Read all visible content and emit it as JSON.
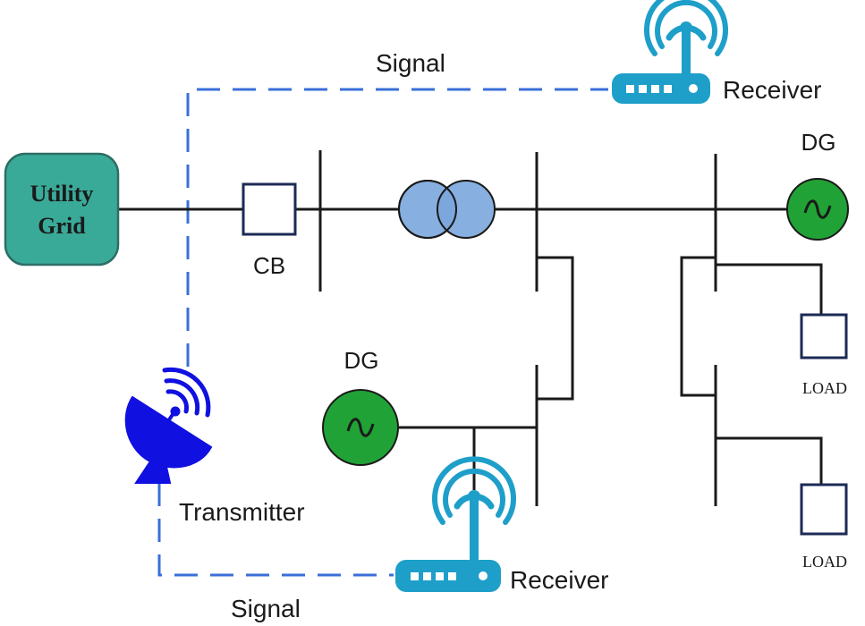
{
  "utility_grid": {
    "line1": "Utility",
    "line2": "Grid"
  },
  "cb_label": "CB",
  "dg_label_top": "DG",
  "dg_label_mid": "DG",
  "receiver_top_label": "Receiver",
  "receiver_bottom_label": "Receiver",
  "transmitter_label": "Transmitter",
  "signal_top_label": "Signal",
  "signal_bottom_label": "Signal",
  "load_1_label": "LOAD",
  "load_2_label": "LOAD",
  "colors": {
    "utility_grid_fill": "#3aaa98",
    "utility_grid_stroke": "#2d6e66",
    "transformer_fill": "#7aa6dc",
    "dg_fill": "#21a236",
    "receiver_color": "#1e9fc9",
    "transmitter_color": "#1010e0",
    "signal_line": "#3a6fd8",
    "wire": "#1a1a1a",
    "box_stroke": "#1c2a55"
  }
}
